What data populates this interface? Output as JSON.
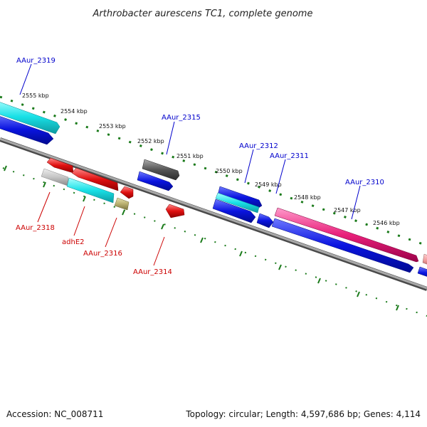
{
  "title": "Arthrobacter aurescens TC1, complete genome",
  "footer": {
    "accession": "Accession: NC_008711",
    "info": "Topology: circular; Length: 4,597,686 bp; Genes: 4,114"
  },
  "ticks": [
    "2555 kbp",
    "2554 kbp",
    "2553 kbp",
    "2552 kbp",
    "2551 kbp",
    "2550 kbp",
    "2549 kbp",
    "2548 kbp",
    "2547 kbp",
    "2546 kbp"
  ],
  "genes_forward": [
    "AAur_2319",
    "AAur_2315",
    "AAur_2312",
    "AAur_2311",
    "AAur_2310"
  ],
  "genes_reverse": [
    "AAur_2318",
    "adhE2",
    "AAur_2316",
    "AAur_2314"
  ],
  "colors": {
    "forward_label": "#0000cc",
    "reverse_label": "#cc0000",
    "backbone": "#7a7a7a",
    "tick": "#1a7a1a",
    "cds_blue": "#0a14e0",
    "cds_cyan": "#18e0e6",
    "cds_red": "#e01010",
    "cds_pink": "#e8207a",
    "cds_gray": "#555555",
    "cds_khaki": "#b9b070",
    "cds_lightgray": "#c4c4c4"
  }
}
